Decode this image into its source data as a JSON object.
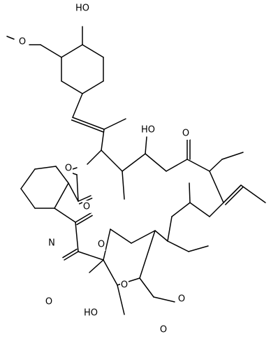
{
  "structure": {
    "line_color": "#000000",
    "background": "#ffffff",
    "atoms": [
      {
        "name": "cyclohexyl-hydroxyl",
        "label": "HO"
      },
      {
        "name": "cyclohexyl-methoxy-oxygen",
        "label": "O"
      },
      {
        "name": "macrolide-ester-oxygen",
        "label": "O"
      },
      {
        "name": "secondary-alcohol-oxygen",
        "label": "HO"
      },
      {
        "name": "macrocycle-ketone-oxygen",
        "label": "O"
      },
      {
        "name": "pipecolate-carbonyl-oxygen",
        "label": "O"
      },
      {
        "name": "piperidine-nitrogen",
        "label": "N"
      },
      {
        "name": "amide-carbonyl-oxygen",
        "label": "O"
      },
      {
        "name": "diketo-carbonyl-oxygen",
        "label": "O"
      },
      {
        "name": "pyran-ring-oxygen",
        "label": "O"
      },
      {
        "name": "hemiketal-hydroxyl",
        "label": "HO"
      },
      {
        "name": "macrocycle-methoxy-oxygen",
        "label": "O"
      },
      {
        "name": "pyran-methoxy-oxygen",
        "label": "O"
      }
    ]
  }
}
